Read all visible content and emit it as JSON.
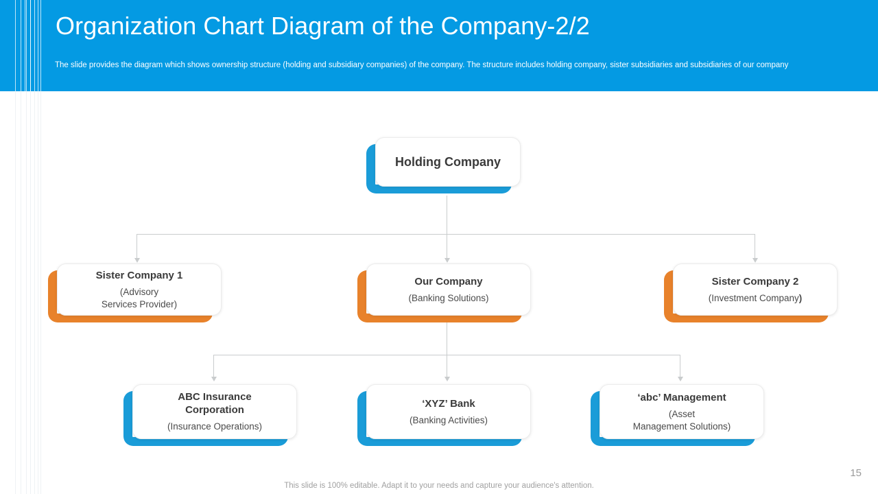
{
  "slide": {
    "title": "Organization Chart Diagram of the Company-2/2",
    "subtitle": "The slide provides the diagram which shows ownership structure (holding and subsidiary companies) of the company. The structure includes holding company, sister subsidiaries and subsidiaries of our company",
    "footer_note": "This slide is 100% editable. Adapt it to your needs and capture your audience's attention.",
    "page_number": "15"
  },
  "colors": {
    "header_blue": "#049ae3",
    "accent_blue": "#1a9cd8",
    "accent_orange": "#e8822b",
    "connector_gray": "#c9cccd",
    "title_text": "#3a3a3a"
  },
  "chart_data": {
    "type": "org-chart",
    "levels": 3,
    "nodes": [
      {
        "id": "holding",
        "title": "Holding Company",
        "subtitle": "",
        "accent": "blue",
        "level": 1,
        "parent": null
      },
      {
        "id": "sister1",
        "title": "Sister Company 1",
        "subtitle": "(Advisory Services Provider)",
        "accent": "orange",
        "level": 2,
        "parent": "holding"
      },
      {
        "id": "our",
        "title": "Our Company",
        "subtitle": "(Banking Solutions)",
        "accent": "orange",
        "level": 2,
        "parent": "holding"
      },
      {
        "id": "sister2",
        "title": "Sister Company 2",
        "subtitle": "(Investment Company)",
        "accent": "orange",
        "level": 2,
        "parent": "holding"
      },
      {
        "id": "abc",
        "title": "ABC Insurance Corporation",
        "subtitle": "(Insurance Operations)",
        "accent": "blue",
        "level": 3,
        "parent": "our"
      },
      {
        "id": "xyz",
        "title": "‘XYZ’ Bank",
        "subtitle": "(Banking Activities)",
        "accent": "blue",
        "level": 3,
        "parent": "our"
      },
      {
        "id": "abcmgmt",
        "title": "‘abc’ Management",
        "subtitle": "(Asset Management Solutions)",
        "accent": "blue",
        "level": 3,
        "parent": "our"
      }
    ]
  },
  "nodes": {
    "holding": {
      "title": "Holding Company",
      "subtitle": ""
    },
    "sister1": {
      "title": "Sister Company 1",
      "subtitle_line1": "(Advisory",
      "subtitle_line2": "Services Provider)"
    },
    "our": {
      "title": "Our Company",
      "subtitle": "(Banking Solutions)"
    },
    "sister2": {
      "title": "Sister Company 2",
      "subtitle_pre": "(Investment Company",
      "subtitle_post": ")"
    },
    "abc": {
      "title_line1": "ABC Insurance",
      "title_line2": "Corporation",
      "subtitle": "(Insurance Operations)"
    },
    "xyz": {
      "title": "‘XYZ’ Bank",
      "subtitle": "(Banking Activities)"
    },
    "abcmgmt": {
      "title": "‘abc’ Management",
      "subtitle_line1": "(Asset",
      "subtitle_line2": "Management Solutions)"
    }
  }
}
